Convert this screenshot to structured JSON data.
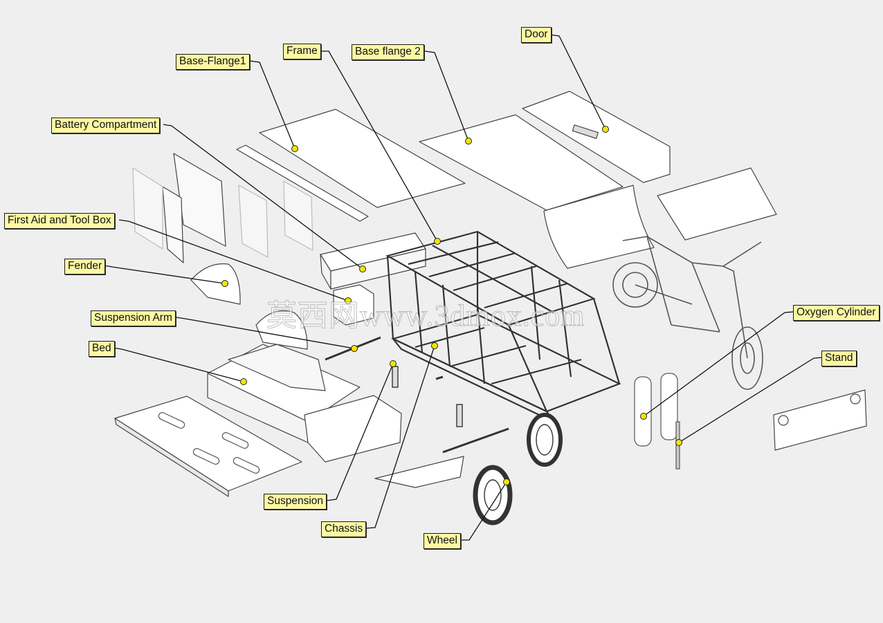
{
  "labels": {
    "door": "Door",
    "frame": "Frame",
    "base_flange_2": "Base flange 2",
    "base_flange_1": "Base-Flange1",
    "battery_compartment": "Battery Compartment",
    "first_aid_tool_box": "First Aid and Tool Box",
    "fender": "Fender",
    "suspension_arm": "Suspension Arm",
    "bed": "Bed",
    "oxygen_cylinder": "Oxygen Cylinder",
    "stand": "Stand",
    "suspension": "Suspension",
    "chassis": "Chassis",
    "wheel": "Wheel"
  },
  "watermark": "莫西网www.3dmox.com",
  "colors": {
    "label_fill": "#fdf9a3",
    "marker_fill": "#f2e600",
    "background": "#efefef"
  }
}
